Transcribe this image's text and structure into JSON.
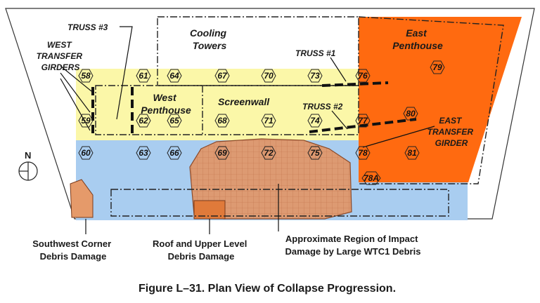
{
  "labels": {
    "cooling_towers": [
      "Cooling",
      "Towers"
    ],
    "east_penthouse": [
      "East",
      "Penthouse"
    ],
    "west_penthouse": [
      "West",
      "Penthouse"
    ],
    "screenwall": "Screenwall",
    "truss3": "TRUSS #3",
    "truss1": "TRUSS #1",
    "truss2": "TRUSS #2",
    "west_transfer": [
      "WEST",
      "TRANSFER",
      "GIRDERS"
    ],
    "east_transfer": [
      "EAST",
      "TRANSFER",
      "GIRDER"
    ],
    "north": "N"
  },
  "columns": [
    {
      "id": "58"
    },
    {
      "id": "61"
    },
    {
      "id": "64"
    },
    {
      "id": "67"
    },
    {
      "id": "70"
    },
    {
      "id": "73"
    },
    {
      "id": "76"
    },
    {
      "id": "79"
    },
    {
      "id": "59"
    },
    {
      "id": "62"
    },
    {
      "id": "65"
    },
    {
      "id": "68"
    },
    {
      "id": "71"
    },
    {
      "id": "74"
    },
    {
      "id": "77"
    },
    {
      "id": "80"
    },
    {
      "id": "60"
    },
    {
      "id": "63"
    },
    {
      "id": "66"
    },
    {
      "id": "69"
    },
    {
      "id": "72"
    },
    {
      "id": "75"
    },
    {
      "id": "78"
    },
    {
      "id": "81"
    },
    {
      "id": "78A"
    }
  ],
  "annotations": {
    "southwest": [
      "Southwest Corner",
      "Debris Damage"
    ],
    "roof": [
      "Roof and Upper Level",
      "Debris Damage"
    ],
    "impact": [
      "Approximate Region of Impact",
      "Damage by Large WTC1 Debris"
    ]
  },
  "caption": "Figure L–31.  Plan View of Collapse Progression.",
  "colors": {
    "yellow_zone": "#fbf7a8",
    "blue_zone": "#a9cdf0",
    "east_orange": "#ff6a10",
    "impact_brown": "#c9805a",
    "impact_fill": "#dd9a72"
  }
}
